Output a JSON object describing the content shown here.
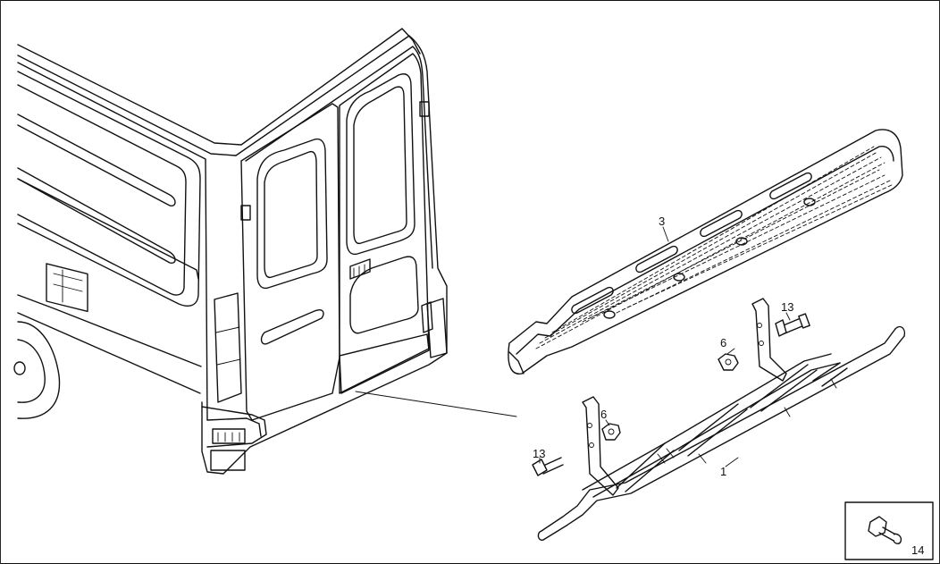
{
  "callouts": {
    "step_plate": "3",
    "bolt_right": "13",
    "nut_right": "6",
    "nut_left": "6",
    "bolt_left": "13",
    "frame": "1",
    "inset_bolt": "14"
  },
  "colors": {
    "line": "#111111",
    "background": "#ffffff"
  },
  "icons": {
    "inset_bolt": "hex-bolt-icon"
  }
}
